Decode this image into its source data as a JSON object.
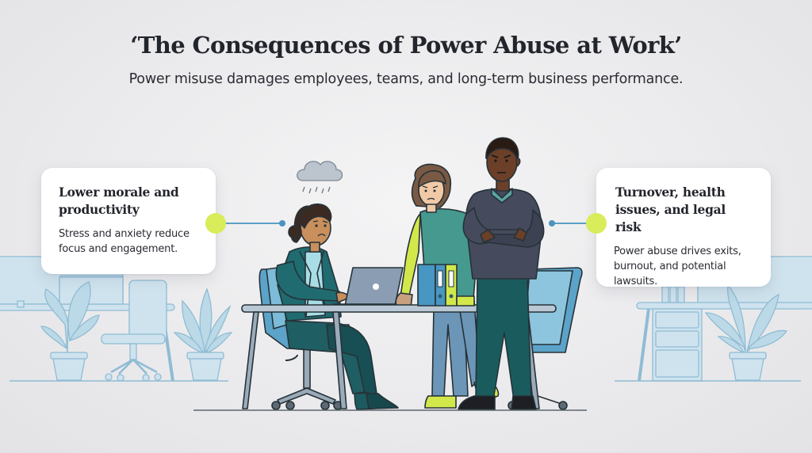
{
  "header": {
    "title": "‘The Consequences of Power Abuse at Work’",
    "subtitle": "Power misuse damages employees, teams, and long-term business performance."
  },
  "cards": [
    {
      "title": "Lower morale and productivity",
      "title_lines": [
        "Lower morale and",
        "productivity"
      ],
      "body": "Stress and anxiety reduce focus and engagement.",
      "body_lines": [
        "Stress and anxiety reduce",
        "focus and engagement."
      ],
      "side": "left"
    },
    {
      "title": "Turnover, health issues, and legal risk",
      "title_lines": [
        "Turnover, health",
        "issues, and legal risk"
      ],
      "body": "Power abuse drives exits, burnout, and potential lawsuits.",
      "body_lines": [
        "Power abuse drives exits,",
        "burnout, and potential",
        "lawsuits."
      ],
      "side": "right"
    }
  ],
  "illustration": {
    "scene": "office meeting table",
    "people": [
      {
        "role": "seated-employee",
        "mood": "sad",
        "icon": "rain-cloud-icon"
      },
      {
        "role": "standing-colleague",
        "mood": "worried"
      },
      {
        "role": "standing-manager",
        "mood": "stern",
        "pose": "arms-crossed"
      }
    ],
    "props": [
      "laptop",
      "binders",
      "office-chairs",
      "desk",
      "potted-plants",
      "background-desks"
    ]
  },
  "colors": {
    "accent_dot": "#d9ec5a",
    "connector": "#5b9fc5",
    "background": "#ebebed",
    "card_bg": "#ffffff",
    "title_text": "#23252c",
    "teal_suit": "#1f5e63",
    "bg_line_art": "#a9cde0"
  }
}
